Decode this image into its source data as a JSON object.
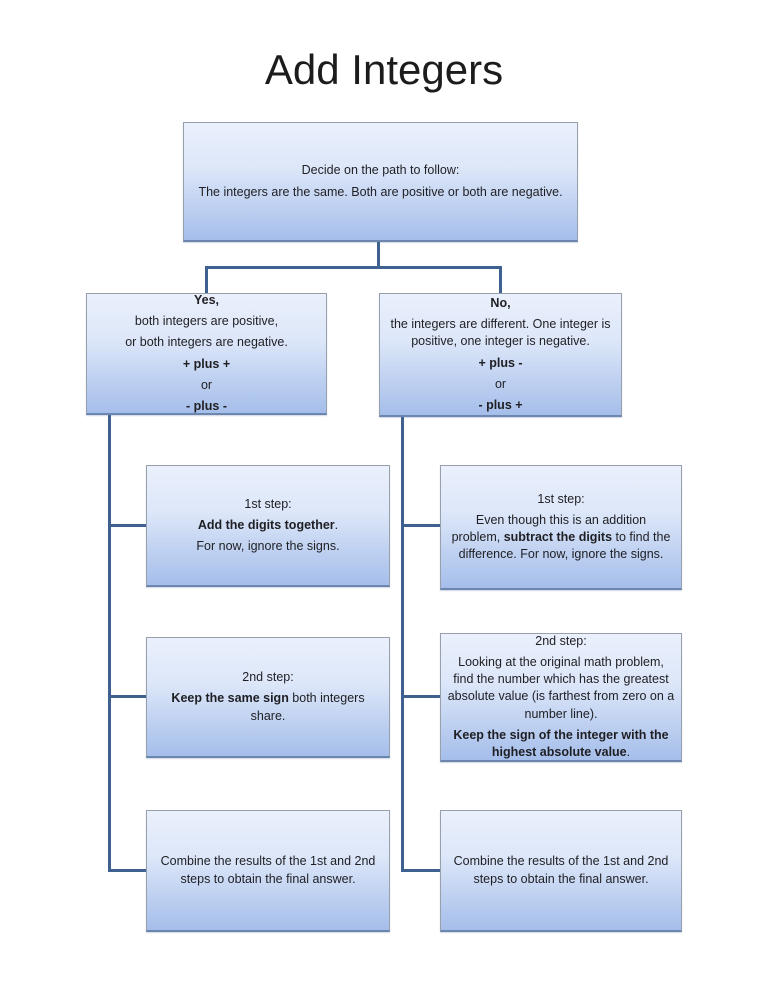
{
  "page": {
    "title": "Add Integers"
  },
  "colors": {
    "connector": "#3e6190",
    "box_border": "#98a0ac",
    "box_gradient_top": "#eaf0fc",
    "box_gradient_bottom": "#a5beea",
    "text": "#1f1f23",
    "background": "#ffffff"
  },
  "boxes": {
    "decide": {
      "line1": "Decide on the path to follow:",
      "line2": "The integers are the same. Both are positive or both are negative."
    },
    "yes": {
      "heading": "Yes,",
      "line1": "both integers are positive,",
      "line2": "or both integers are negative.",
      "formula1": "+ plus +",
      "or": "or",
      "formula2": "- plus -"
    },
    "no": {
      "heading": "No,",
      "body": "the integers are different. One integer is positive, one integer is negative.",
      "formula1": "+ plus -",
      "or": "or",
      "formula2": "- plus +"
    },
    "yes_step1": {
      "heading": "1st step:",
      "bold": "Add the digits together",
      "after_bold": ".",
      "line": "For now, ignore the signs."
    },
    "no_step1": {
      "heading": "1st step:",
      "before_bold": "Even though this is an addition problem, ",
      "bold": "subtract the digits",
      "after_bold": " to find the difference. For now, ignore the signs."
    },
    "yes_step2": {
      "heading": "2nd step:",
      "bold": "Keep the same sign",
      "after_bold": " both integers share."
    },
    "no_step2": {
      "heading": "2nd step:",
      "body": "Looking at the original math problem, find the number which has the greatest absolute value (is farthest from zero on a number line).",
      "bold": "Keep the sign of the integer with the highest absolute value",
      "after_bold": "."
    },
    "yes_final": {
      "body": "Combine the results of the 1st and 2nd steps to obtain the final answer."
    },
    "no_final": {
      "body": "Combine the results of the 1st and 2nd steps to obtain the final answer."
    }
  }
}
